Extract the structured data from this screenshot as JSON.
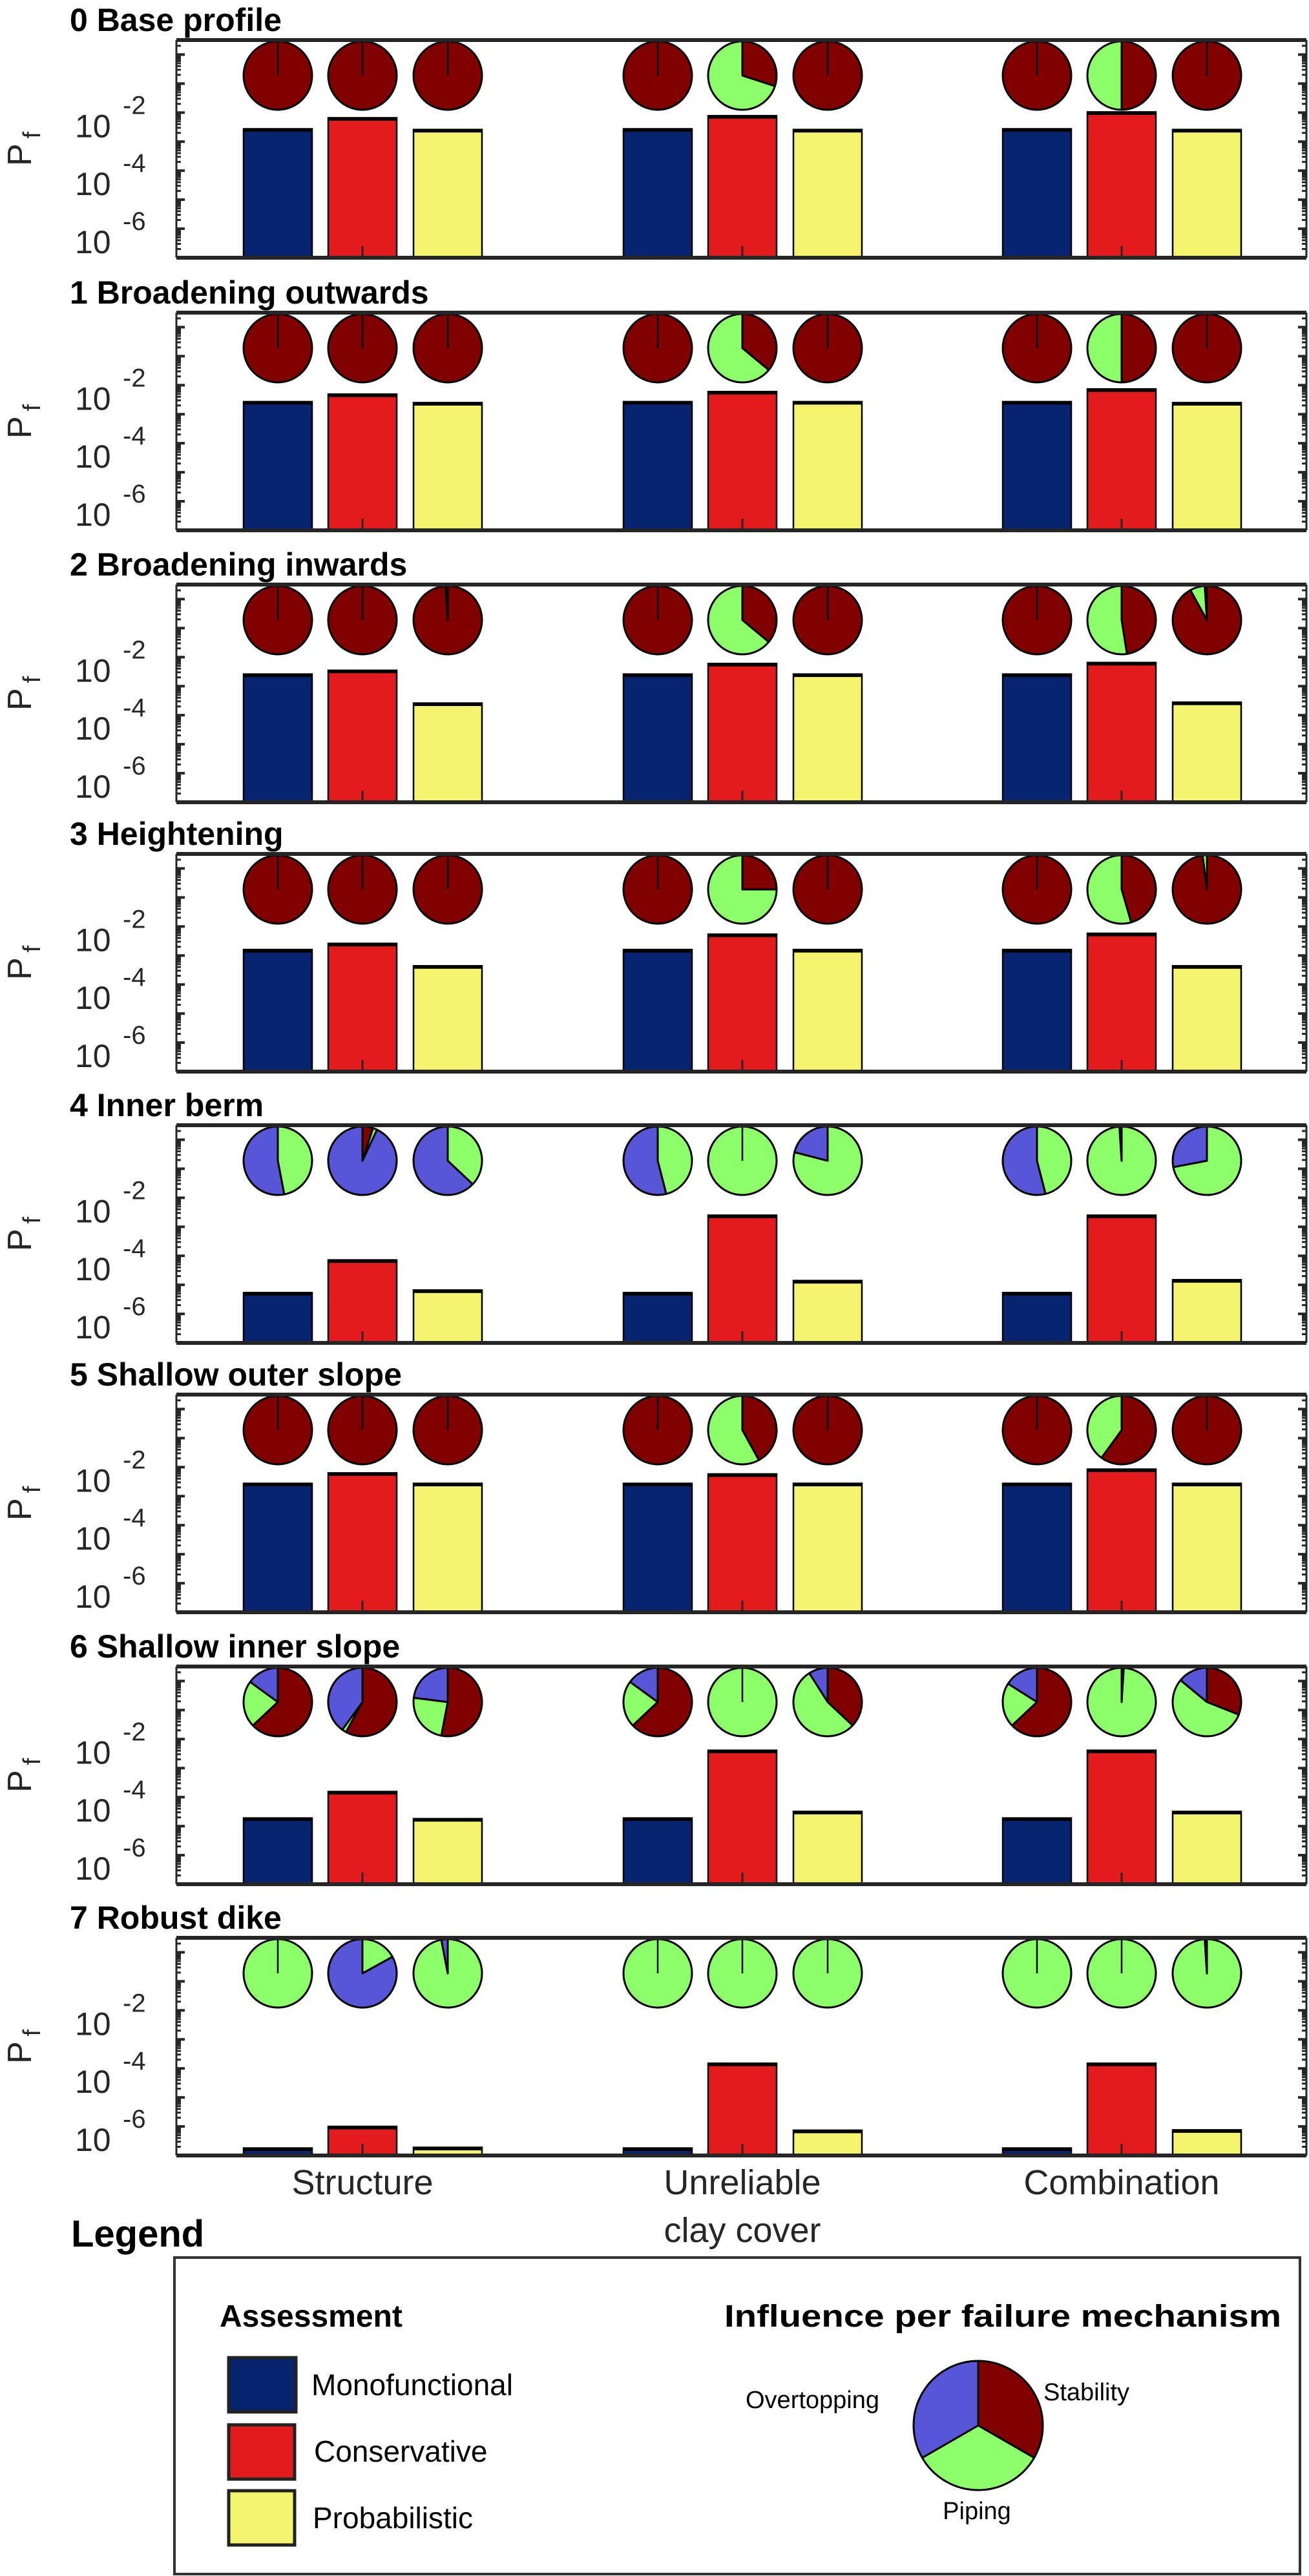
{
  "chart_data": {
    "type": "bar",
    "yscale": "log",
    "ylim": [
      1e-07,
      3.16
    ],
    "ylabel": {
      "main": "P",
      "sub": "f"
    },
    "ytick_labels": [
      {
        "exp_value": -6,
        "base": "10",
        "exp": "-6"
      },
      {
        "exp_value": -4,
        "base": "10",
        "exp": "-4"
      },
      {
        "exp_value": -2,
        "base": "10",
        "exp": "-2"
      }
    ],
    "categories": [
      "Structure",
      "Unreliable clay cover",
      "Combination"
    ],
    "category_lines": [
      [
        "Structure"
      ],
      [
        "Unreliable",
        "clay cover"
      ],
      [
        "Combination"
      ]
    ],
    "series_names": [
      "Monofunctional",
      "Conservative",
      "Probabilistic"
    ],
    "series_colors": [
      "#08246f",
      "#e31b1c",
      "#f4f46e"
    ],
    "pie_order": [
      "Stability",
      "Piping",
      "Overtopping"
    ],
    "pie_colors": {
      "Stability": "#800000",
      "Piping": "#8dff6a",
      "Overtopping": "#5856d6"
    },
    "panels": [
      {
        "title": "0 Base profile",
        "values": {
          "Monofunctional": [
            0.00275,
            0.00275,
            0.00275
          ],
          "Conservative": [
            0.0066,
            0.0078,
            0.0105
          ],
          "Probabilistic": [
            0.0026,
            0.0026,
            0.0026
          ]
        },
        "pies": [
          [
            [
              1,
              0,
              0
            ],
            [
              1,
              0,
              0
            ],
            [
              1,
              0,
              0
            ]
          ],
          [
            [
              1,
              0,
              0
            ],
            [
              0.3,
              0.7,
              0
            ],
            [
              1,
              0,
              0
            ]
          ],
          [
            [
              1,
              0,
              0
            ],
            [
              0.5,
              0.5,
              0
            ],
            [
              1,
              0,
              0
            ]
          ]
        ]
      },
      {
        "title": "1 Broadening outwards",
        "values": {
          "Monofunctional": [
            0.0027,
            0.0027,
            0.0027
          ],
          "Conservative": [
            0.0049,
            0.006,
            0.0074
          ],
          "Probabilistic": [
            0.0025,
            0.0027,
            0.0025
          ]
        },
        "pies": [
          [
            [
              1,
              0,
              0
            ],
            [
              1,
              0,
              0
            ],
            [
              1,
              0,
              0
            ]
          ],
          [
            [
              1,
              0,
              0
            ],
            [
              0.36,
              0.64,
              0
            ],
            [
              1,
              0,
              0
            ]
          ],
          [
            [
              1,
              0,
              0
            ],
            [
              0.5,
              0.5,
              0
            ],
            [
              1,
              0,
              0
            ]
          ]
        ]
      },
      {
        "title": "2 Broadening inwards",
        "values": {
          "Monofunctional": [
            0.0026,
            0.0026,
            0.0026
          ],
          "Conservative": [
            0.0035,
            0.006,
            0.0065
          ],
          "Probabilistic": [
            0.00026,
            0.0026,
            0.00028
          ]
        },
        "pies": [
          [
            [
              1,
              0,
              0
            ],
            [
              1,
              0,
              0
            ],
            [
              0.99,
              0.01,
              0
            ]
          ],
          [
            [
              1,
              0,
              0
            ],
            [
              0.36,
              0.64,
              0
            ],
            [
              1,
              0,
              0
            ]
          ],
          [
            [
              1,
              0,
              0
            ],
            [
              0.475,
              0.525,
              0
            ],
            [
              0.92,
              0.07,
              0.01
            ]
          ]
        ]
      },
      {
        "title": "3 Heightening",
        "values": {
          "Monofunctional": [
            0.0016,
            0.0016,
            0.0016
          ],
          "Conservative": [
            0.0026,
            0.0054,
            0.0058
          ],
          "Probabilistic": [
            0.00044,
            0.0016,
            0.00044
          ]
        },
        "pies": [
          [
            [
              1,
              0,
              0
            ],
            [
              1,
              0,
              0
            ],
            [
              1,
              0,
              0
            ]
          ],
          [
            [
              1,
              0,
              0
            ],
            [
              0.25,
              0.75,
              0
            ],
            [
              1,
              0,
              0
            ]
          ],
          [
            [
              1,
              0,
              0
            ],
            [
              0.455,
              0.545,
              0
            ],
            [
              0.98,
              0.02,
              0
            ]
          ]
        ]
      },
      {
        "title": "4 Inner berm",
        "values": {
          "Monofunctional": [
            5.4e-06,
            5.4e-06,
            5.4e-06
          ],
          "Conservative": [
            7.2e-05,
            0.0025,
            0.0025
          ],
          "Probabilistic": [
            6.6e-06,
            1.4e-05,
            1.5e-05
          ]
        },
        "pies": [
          [
            [
              0,
              0.47,
              0.53
            ],
            [
              0.05,
              0.02,
              0.93
            ],
            [
              0,
              0.37,
              0.63
            ]
          ],
          [
            [
              0,
              0.46,
              0.54
            ],
            [
              0,
              1,
              0
            ],
            [
              0,
              0.79,
              0.21
            ]
          ],
          [
            [
              0,
              0.46,
              0.54
            ],
            [
              0,
              0.99,
              0.01
            ],
            [
              0,
              0.72,
              0.28
            ]
          ]
        ]
      },
      {
        "title": "5 Shallow outer slope",
        "values": {
          "Monofunctional": [
            0.00275,
            0.00275,
            0.00275
          ],
          "Conservative": [
            0.0063,
            0.0058,
            0.0085
          ],
          "Probabilistic": [
            0.00275,
            0.00275,
            0.00275
          ]
        },
        "pies": [
          [
            [
              1,
              0,
              0
            ],
            [
              1,
              0,
              0
            ],
            [
              1,
              0,
              0
            ]
          ],
          [
            [
              1,
              0,
              0
            ],
            [
              0.42,
              0.58,
              0
            ],
            [
              1,
              0,
              0
            ]
          ],
          [
            [
              1,
              0,
              0
            ],
            [
              0.6,
              0.4,
              0
            ],
            [
              1,
              0,
              0
            ]
          ]
        ]
      },
      {
        "title": "6 Shallow inner slope",
        "values": {
          "Monofunctional": [
            1.9e-05,
            1.9e-05,
            1.9e-05
          ],
          "Conservative": [
            0.000155,
            0.0041,
            0.0041
          ],
          "Probabilistic": [
            1.8e-05,
            3.2e-05,
            3.2e-05
          ]
        },
        "pies": [
          [
            [
              0.63,
              0.22,
              0.15
            ],
            [
              0.58,
              0.02,
              0.4
            ],
            [
              0.53,
              0.24,
              0.23
            ]
          ],
          [
            [
              0.63,
              0.22,
              0.15
            ],
            [
              0,
              1,
              0
            ],
            [
              0.37,
              0.54,
              0.09
            ]
          ],
          [
            [
              0.63,
              0.21,
              0.16
            ],
            [
              0.01,
              0.99,
              0
            ],
            [
              0.31,
              0.55,
              0.14
            ]
          ]
        ]
      },
      {
        "title": "7 Robust dike",
        "values": {
          "Monofunctional": [
            1.8e-07,
            1.8e-07,
            1.8e-07
          ],
          "Conservative": [
            1e-06,
            0.00015,
            0.00015
          ],
          "Probabilistic": [
            1.9e-07,
            7.4e-07,
            7.6e-07
          ]
        },
        "pies": [
          [
            [
              0,
              1,
              0
            ],
            [
              0,
              0.17,
              0.83
            ],
            [
              0,
              0.97,
              0.03
            ]
          ],
          [
            [
              0,
              1,
              0
            ],
            [
              0,
              1,
              0
            ],
            [
              0,
              1,
              0
            ]
          ],
          [
            [
              0,
              1,
              0
            ],
            [
              0,
              1,
              0
            ],
            [
              0,
              0.99,
              0.01
            ]
          ]
        ]
      }
    ]
  },
  "legend": {
    "title": "Legend",
    "assessment_heading": "Assessment",
    "assessment_items": [
      "Monofunctional",
      "Conservative",
      "Probabilistic"
    ],
    "mechanism_heading": "Influence per failure mechanism",
    "mechanism_labels": {
      "overtopping": "Overtopping",
      "stability": "Stability",
      "piping": "Piping"
    }
  }
}
